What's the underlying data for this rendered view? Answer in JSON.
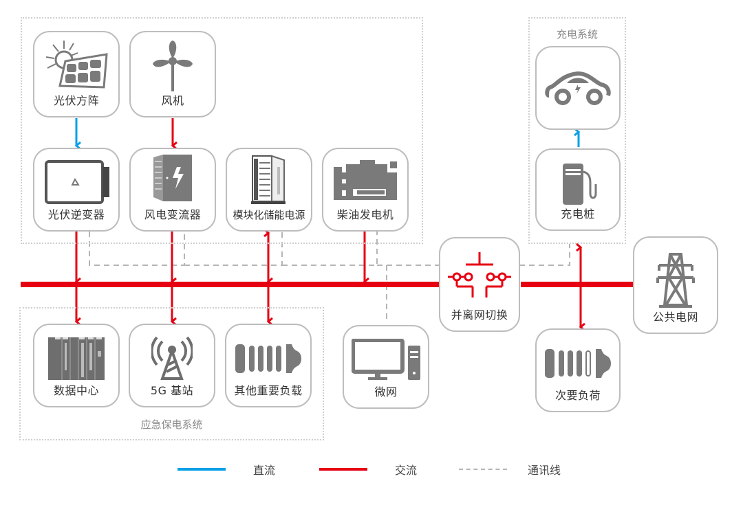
{
  "colors": {
    "dc": "#0aa0e6",
    "ac": "#e60012",
    "comm": "#b5b5b5",
    "icon": "#7a7a7a",
    "border": "#bdbdbd"
  },
  "groups": {
    "charging": "充电系统",
    "emergency": "应急保电系统"
  },
  "nodes": {
    "pv_array": "光伏方阵",
    "wind_turbine": "风机",
    "pv_inverter": "光伏逆变器",
    "wind_converter": "风电变流器",
    "modular_storage": "模块化储能电源",
    "diesel_generator": "柴油发电机",
    "ev": "",
    "charging_pile": "充电桩",
    "grid_switch": "并离网切换",
    "public_grid": "公共电网",
    "data_center": "数据中心",
    "base_station": "5G 基站",
    "other_critical_load": "其他重要负载",
    "microgrid": "微网",
    "secondary_load": "次要负荷"
  },
  "legend": [
    {
      "name": "dc",
      "label": "直流",
      "style": "solid",
      "color": "#0aa0e6"
    },
    {
      "name": "ac",
      "label": "交流",
      "style": "solid",
      "color": "#e60012"
    },
    {
      "name": "comm",
      "label": "通讯线",
      "style": "dashed",
      "color": "#b5b5b5"
    }
  ]
}
